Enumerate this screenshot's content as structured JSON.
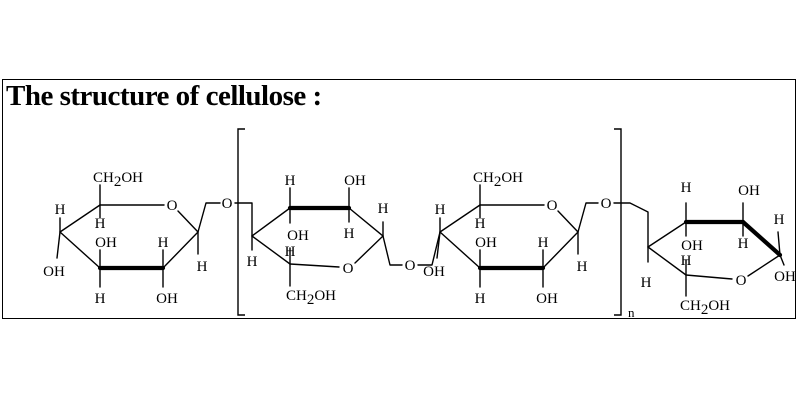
{
  "title": "The structure of cellulose :",
  "labels": {
    "h": "H",
    "oh": "OH",
    "o": "O",
    "ch": "CH",
    "sub2": "2",
    "ohTail": "OH",
    "n": "n"
  }
}
